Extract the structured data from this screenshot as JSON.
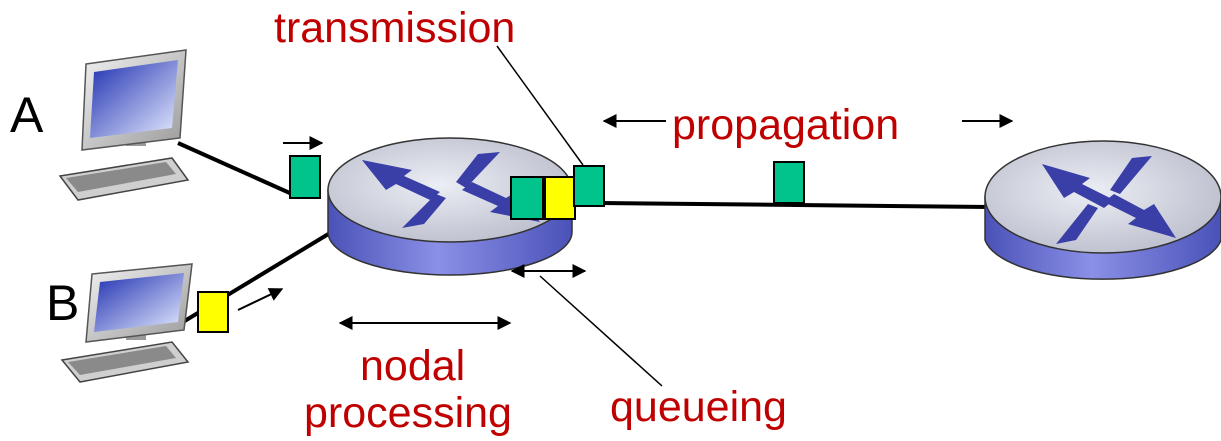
{
  "hosts": {
    "a": "A",
    "b": "B"
  },
  "delays": {
    "transmission": "transmission",
    "propagation": "propagation",
    "nodal": [
      "nodal",
      "processing"
    ],
    "queueing": "queueing"
  },
  "colors": {
    "label": "#c00000",
    "packet_green": "#00c48c",
    "packet_yellow": "#ffff00",
    "router_body": "#6b73d6",
    "router_top": "#c9cbd7",
    "router_cross": "#3a3fa8"
  }
}
